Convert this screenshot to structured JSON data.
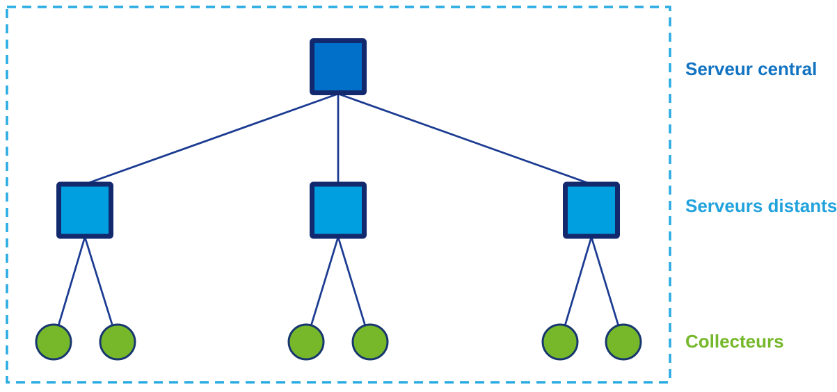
{
  "diagram_data": {
    "type": "hierarchy-tree",
    "orientation": "top-down",
    "levels": [
      {
        "label": "Serveur central",
        "node_shape": "square",
        "count": 1
      },
      {
        "label": "Serveurs distants",
        "node_shape": "square",
        "count": 3
      },
      {
        "label": "Collecteurs",
        "node_shape": "circle",
        "count": 6
      }
    ],
    "edges": [
      [
        "serveur-central",
        "serveur-distant-1"
      ],
      [
        "serveur-central",
        "serveur-distant-2"
      ],
      [
        "serveur-central",
        "serveur-distant-3"
      ],
      [
        "serveur-distant-1",
        "collecteur-1"
      ],
      [
        "serveur-distant-1",
        "collecteur-2"
      ],
      [
        "serveur-distant-2",
        "collecteur-3"
      ],
      [
        "serveur-distant-2",
        "collecteur-4"
      ],
      [
        "serveur-distant-3",
        "collecteur-5"
      ],
      [
        "serveur-distant-3",
        "collecteur-6"
      ]
    ]
  },
  "labels": {
    "central": "Serveur central",
    "remote": "Serveurs distants",
    "collectors": "Collecteurs"
  },
  "colors": {
    "background": "#FFFFFF",
    "dashed_frame": "#29ABE2",
    "connector_line": "#1B3B92",
    "server_border": "#13296E",
    "central_server_fill": "#0070C9",
    "remote_server_fill": "#009FE0",
    "collector_fill": "#77B82B",
    "collector_border": "#17366F",
    "label_central_color": "#1173C2",
    "label_remote_color": "#21A2DD",
    "label_collector_color": "#76B82B"
  }
}
